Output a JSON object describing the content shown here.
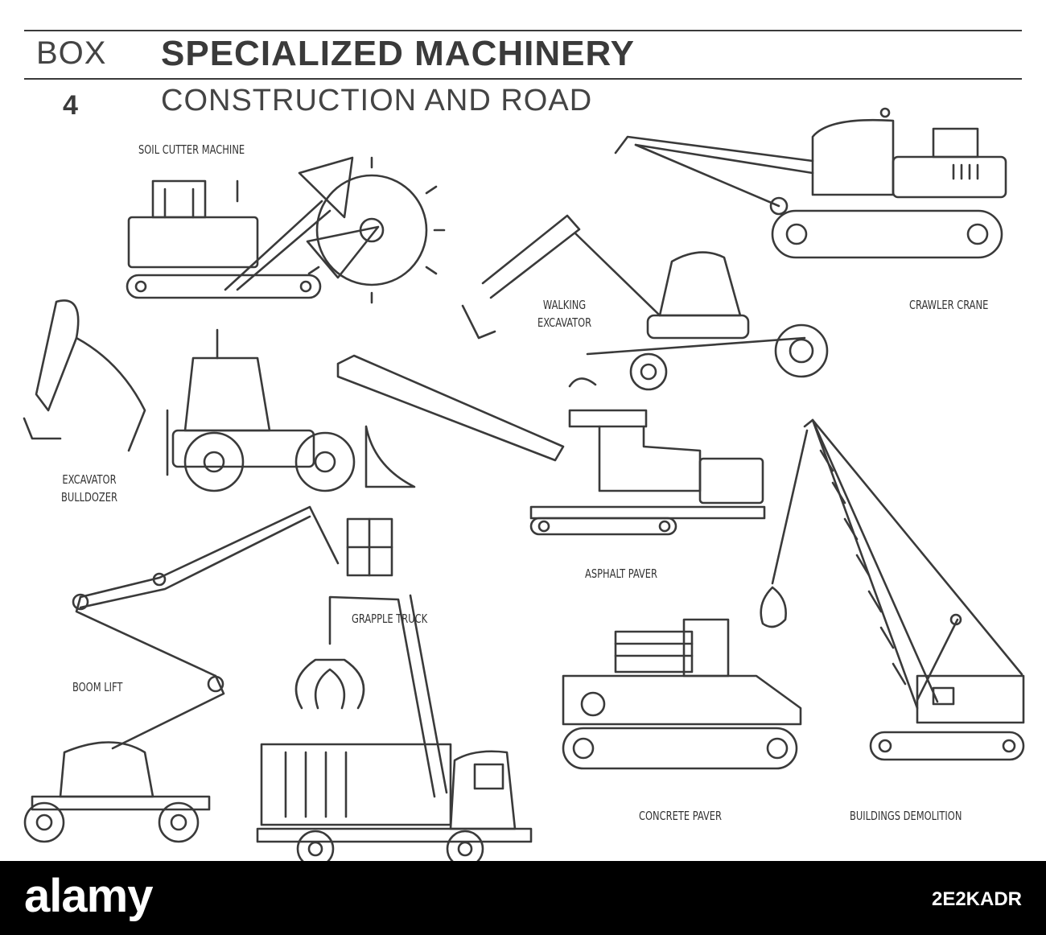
{
  "header": {
    "box_label": "BOX",
    "box_number": "4",
    "title": "SPECIALIZED MACHINERY",
    "subtitle": "CONSTRUCTION AND ROAD"
  },
  "machines": {
    "soil_cutter": "SOIL CUTTER MACHINE",
    "walking_excavator": "WALKING\nEXCAVATOR",
    "crawler_crane": "CRAWLER CRANE",
    "excavator_bulldozer": "EXCAVATOR\nBULLDOZER",
    "asphalt_paver": "ASPHALT PAVER",
    "grapple_truck": "GRAPPLE TRUCK",
    "boom_lift": "BOOM LIFT",
    "concrete_paver": "CONCRETE PAVER",
    "buildings_demolition": "BUILDINGS DEMOLITION"
  },
  "footer": {
    "brand": "alamy",
    "image_id": "2E2KADR"
  },
  "colors": {
    "line": "#3a3a3a",
    "background": "#ffffff",
    "footer": "#000000"
  }
}
